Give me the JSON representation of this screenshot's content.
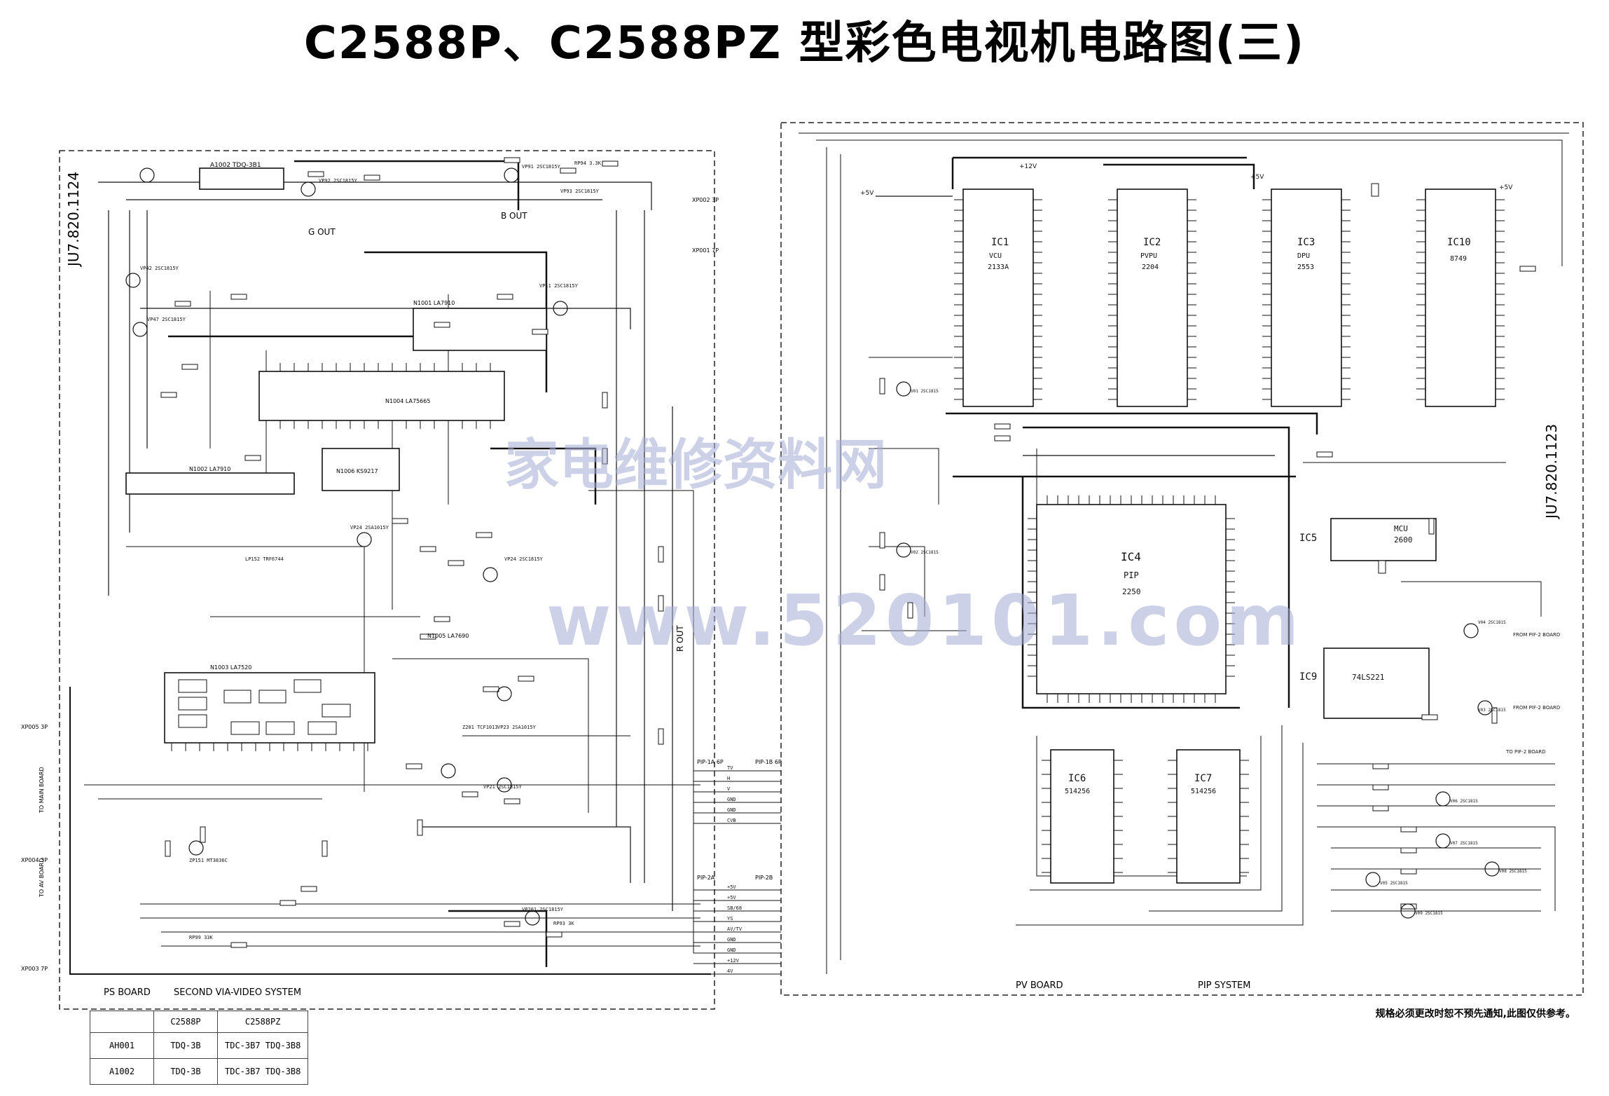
{
  "title": "C2588P、C2588PZ 型彩色电视机电路图(三)",
  "left_board": {
    "drawing_number": "JU7.820.1124",
    "board_name": "PS BOARD",
    "system_name": "SECOND VIA-VIDEO SYSTEM",
    "g_out": "G OUT",
    "b_out": "B OUT",
    "r_out": "R OUT",
    "tuner_label": "A1002 TDQ-3B1",
    "ic_labels": [
      "N1001 LA7910",
      "N1002 LA7910",
      "N1003 LA7520",
      "N1004 LA75665",
      "N1005 LA7690",
      "N1006 KS9217"
    ],
    "connector_labels": [
      "XP002 3P",
      "XP001 7P",
      "XP003 7P",
      "XP004 3P",
      "XP005 3P"
    ],
    "to_labels": [
      "TO MAIN BOARD",
      "TO AV BOARD"
    ],
    "component_labels": [
      "VP42 2SC1815Y",
      "VP47 2SC1815Y",
      "VP92 2SC1815Y",
      "VP91 2SC1815Y",
      "VP93 2SC1815Y",
      "VP11 2SC1815Y",
      "VP24 2SA1015Y",
      "VP23 2SA1015Y",
      "VP21 2SC1815Y",
      "VP24 2SC1815Y",
      "VP201 2SC1815Y",
      "LP152 TRF6744",
      "Z201 TCF1013",
      "ZP151 MT3836C",
      "RP99 33K",
      "RP93 3K",
      "RP94 3.3K"
    ]
  },
  "right_board": {
    "drawing_number": "JU7.820.1123",
    "board_name": "PV BOARD",
    "system_name": "PIP SYSTEM",
    "ics": [
      {
        "ref": "IC1",
        "name": "VCU",
        "part": "2133A"
      },
      {
        "ref": "IC2",
        "name": "PVPU",
        "part": "2204"
      },
      {
        "ref": "IC3",
        "name": "DPU",
        "part": "2553"
      },
      {
        "ref": "IC10",
        "name": "",
        "part": "8749"
      },
      {
        "ref": "IC4",
        "name": "PIP",
        "part": "2250"
      },
      {
        "ref": "IC5",
        "name": "MCU",
        "part": "2600"
      },
      {
        "ref": "IC9",
        "name": "",
        "part": "74LS221"
      },
      {
        "ref": "IC6",
        "name": "",
        "part": "514256"
      },
      {
        "ref": "IC7",
        "name": "",
        "part": "514256"
      }
    ],
    "supply_labels": [
      "+5V",
      "+12V",
      "+5V",
      "+5V"
    ],
    "to_labels": [
      "FROM PIF-2 BOARD",
      "FROM PIF-2 BOARD",
      "TO PIF-2 BOARD"
    ],
    "transistor_labels": [
      "V01 2SC1815",
      "V02 2SC1815",
      "V03 2SC1815",
      "V04 2SC1815",
      "V05 2SC1815",
      "V06 2SC1815",
      "V07 2SC1815",
      "V08 2SC1815",
      "V09 2SC1815"
    ]
  },
  "connector_bus": {
    "pip1": "PIP-1A 6P",
    "pip2": "PIP-2A",
    "pip1b": "PIP-1B 6P",
    "pip2b": "PIP-2B",
    "signals": [
      "TV",
      "H",
      "V",
      "GND",
      "GND",
      "CVB",
      "+5V",
      "+5V",
      "SB/68",
      "YS",
      "AV/TV",
      "GND",
      "GND",
      "+12V",
      "4V"
    ]
  },
  "watermark": {
    "cn": "家电维修资料网",
    "url": "www.520101.com"
  },
  "model_table": {
    "headers": [
      "",
      "C2588P",
      "C2588PZ"
    ],
    "rows": [
      [
        "AH001",
        "TDQ-3B",
        "TDC-3B7 TDQ-3B8"
      ],
      [
        "A1002",
        "TDQ-3B",
        "TDC-3B7 TDQ-3B8"
      ]
    ]
  },
  "note": "规格必须更改时恕不预先通知,此图仅供参考。"
}
